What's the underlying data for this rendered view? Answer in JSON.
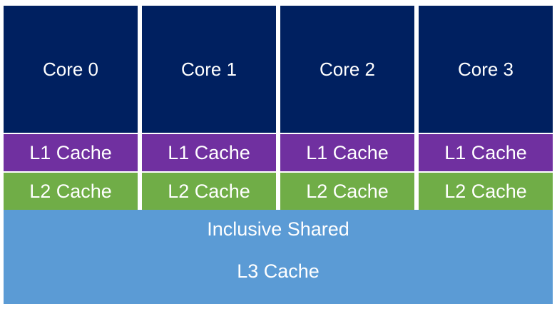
{
  "colors": {
    "core": "#002060",
    "l1": "#7030A0",
    "l2": "#70AD47",
    "l3": "#5B9BD5",
    "text": "#FFFFFF"
  },
  "cores": [
    {
      "label": "Core 0",
      "l1": "L1 Cache",
      "l2": "L2 Cache"
    },
    {
      "label": "Core 1",
      "l1": "L1 Cache",
      "l2": "L2 Cache"
    },
    {
      "label": "Core 2",
      "l1": "L1 Cache",
      "l2": "L2 Cache"
    },
    {
      "label": "Core 3",
      "l1": "L1 Cache",
      "l2": "L2 Cache"
    }
  ],
  "l3": {
    "line1": "Inclusive Shared",
    "line2": "L3 Cache"
  }
}
